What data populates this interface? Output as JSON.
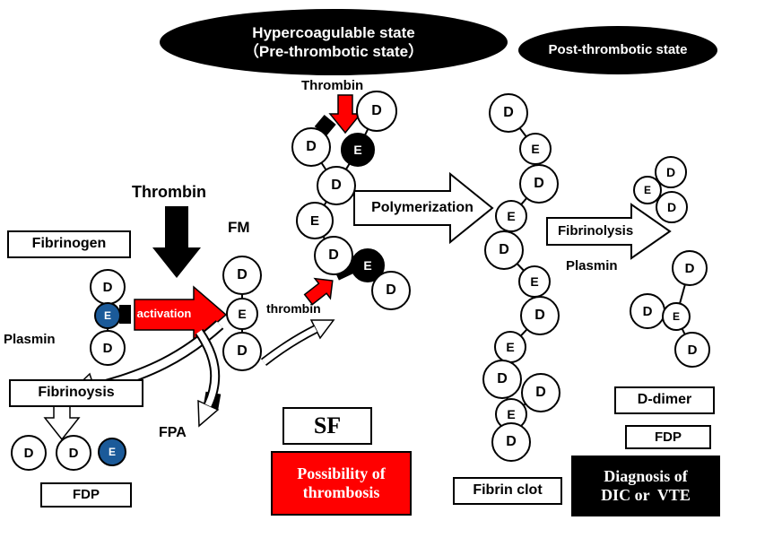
{
  "header": {
    "hyper_ellipse": {
      "line1": "Hypercoagulable state",
      "line2": "（Pre-thrombotic state）"
    },
    "post_ellipse": {
      "label": "Post-thrombotic state"
    }
  },
  "labels": {
    "thrombin_main": "Thrombin",
    "thrombin_top": "Thrombin",
    "thrombin_small": "thrombin",
    "activation": "activation",
    "fm": "FM",
    "plasmin_left": "Plasmin",
    "polymerization": "Polymerization",
    "fibrinolysis": "Fibrinolysis",
    "plasmin_right": "Plasmin",
    "fpa": "FPA"
  },
  "boxes": {
    "fibrinogen": "Fibrinogen",
    "fibrinoysis": "Fibrinoysis",
    "fdp_left": "FDP",
    "sf": "SF",
    "possibility": {
      "line1": "Possibility of",
      "line2": "thrombosis"
    },
    "fibrin_clot": "Fibrin clot",
    "d_dimer": "D-dimer",
    "fdp_right": "FDP",
    "diagnosis": {
      "line1": "Diagnosis of",
      "line2": "DIC or  VTE"
    }
  },
  "molecules": {
    "fibrinogen": {
      "nodes": [
        "D",
        "E",
        "D"
      ]
    },
    "fm": {
      "nodes": [
        "D",
        "E",
        "D"
      ]
    },
    "monomer": {
      "nodes": [
        "D",
        "E",
        "D",
        "D",
        "E",
        "D",
        "E",
        "D"
      ]
    },
    "fibrin_chain": {
      "nodes": [
        "D",
        "E",
        "D",
        "E",
        "D",
        "E",
        "D",
        "E",
        "D",
        "D",
        "E",
        "D"
      ]
    },
    "fragment_top": {
      "nodes": [
        "E",
        "D",
        "D"
      ]
    },
    "fragment_bottom": {
      "nodes": [
        "D",
        "D",
        "E",
        "D"
      ]
    },
    "fdp_fragments": {
      "nodes": [
        "D",
        "D",
        "E"
      ]
    }
  },
  "colors": {
    "accent_red": "#FF0000",
    "dark_blue": "#1B5A99",
    "black": "#000000",
    "white": "#FFFFFF"
  }
}
